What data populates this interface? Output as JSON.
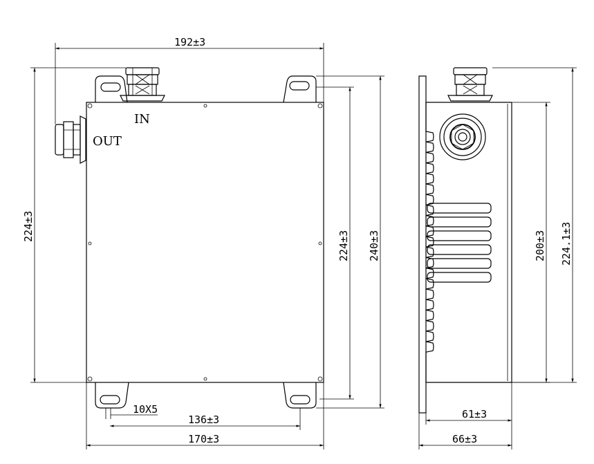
{
  "labels": {
    "in": "IN",
    "out": "OUT"
  },
  "dimensions": {
    "top_width": "192±3",
    "left_height": "224±3",
    "inner_height": "224±3",
    "outer_height": "240±3",
    "slot": "10X5",
    "hole_spacing": "136±3",
    "bottom_width": "170±3",
    "side_inner_height": "200±3",
    "side_outer_height": "224.1±3",
    "side_depth_inner": "61±3",
    "side_depth_outer": "66±3"
  }
}
